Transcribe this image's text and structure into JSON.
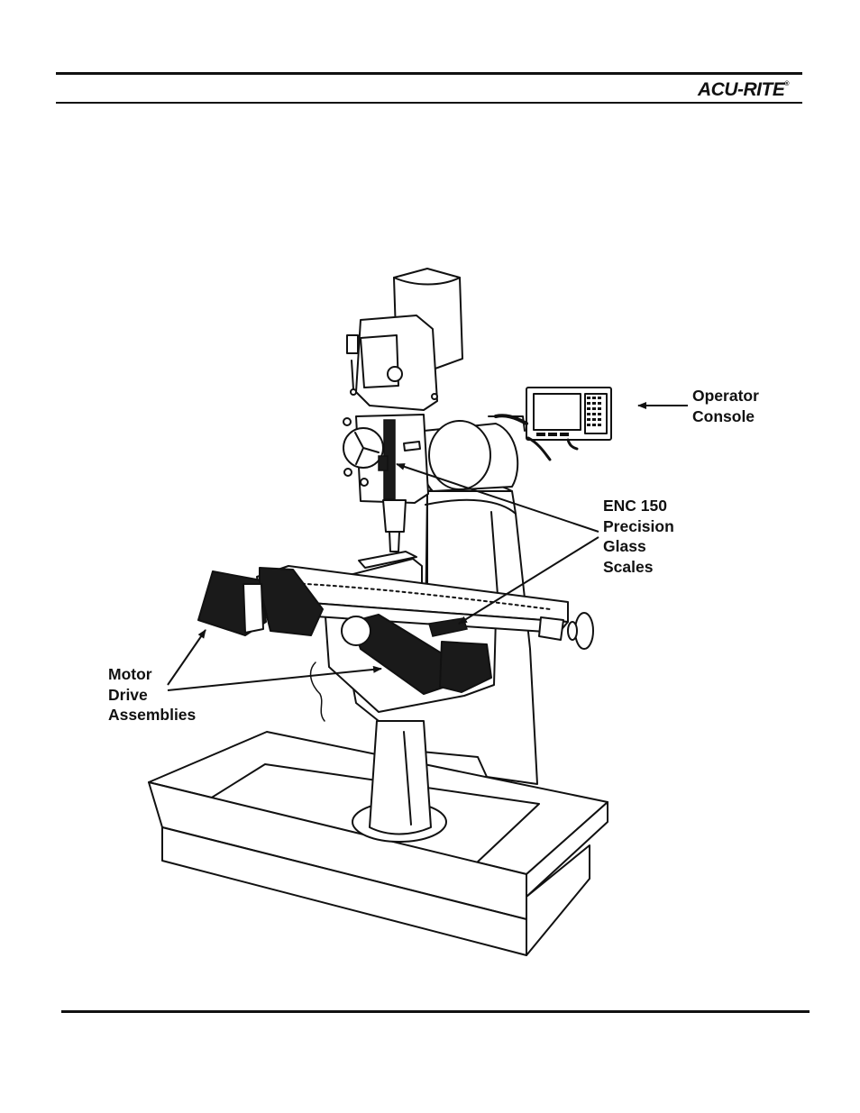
{
  "header": {
    "logo_text": "ACU-RITE",
    "logo_mark": "®"
  },
  "figure": {
    "callouts": {
      "operator_console": "Operator\nConsole",
      "glass_scales": "ENC 150\nPrecision\nGlass\nScales",
      "motor_drive": "Motor\nDrive\nAssemblies"
    }
  },
  "colors": {
    "ink": "#111111",
    "paper": "#ffffff",
    "scale_fill": "#1a1a1a"
  }
}
